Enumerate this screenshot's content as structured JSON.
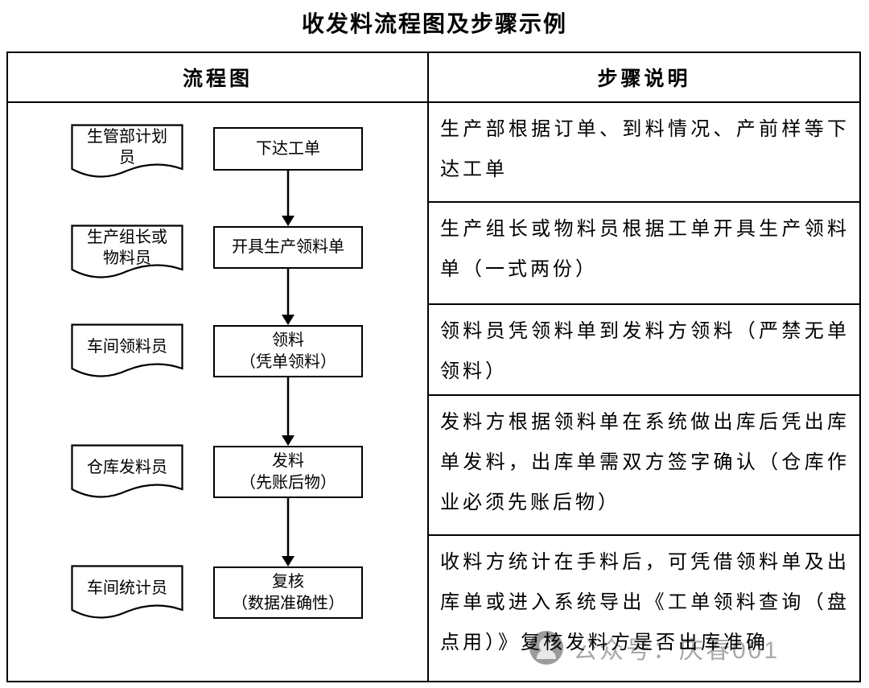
{
  "page": {
    "title": "收发料流程图及步骤示例"
  },
  "table": {
    "headers": {
      "flowchart": "流程图",
      "steps": "步骤说明"
    }
  },
  "flowchart": {
    "rows": [
      {
        "role": "生管部计划员",
        "action_lines": [
          "下达工单"
        ]
      },
      {
        "role": "生产组长或物料员",
        "action_lines": [
          "开具生产领料单"
        ]
      },
      {
        "role": "车间领料员",
        "action_lines": [
          "领料",
          "（凭单领料）"
        ]
      },
      {
        "role": "仓库发料员",
        "action_lines": [
          "发料",
          "（先账后物）"
        ]
      },
      {
        "role": "车间统计员",
        "action_lines": [
          "复核",
          "（数据准确性）"
        ]
      }
    ]
  },
  "steps": [
    {
      "text": "生产部根据订单、到料情况、产前样等下达工单"
    },
    {
      "text": "生产组长或物料员根据工单开具生产领料单（一式两份）"
    },
    {
      "text": "领料员凭领料单到发料方领料（严禁无单领料）"
    },
    {
      "text": "发料方根据领料单在系统做出库后凭出库单发料，出库单需双方签字确认（仓库作业必须先账后物）"
    },
    {
      "text": "收料方统计在手料后，可凭借领料单及出库单或进入系统导出《工单领料查询（盘点用）》复核发料方是否出库准确"
    }
  ],
  "watermark": {
    "text": "公众号：庆春001"
  },
  "colors": {
    "border": "#000000",
    "watermark": "#a9a9a9"
  }
}
